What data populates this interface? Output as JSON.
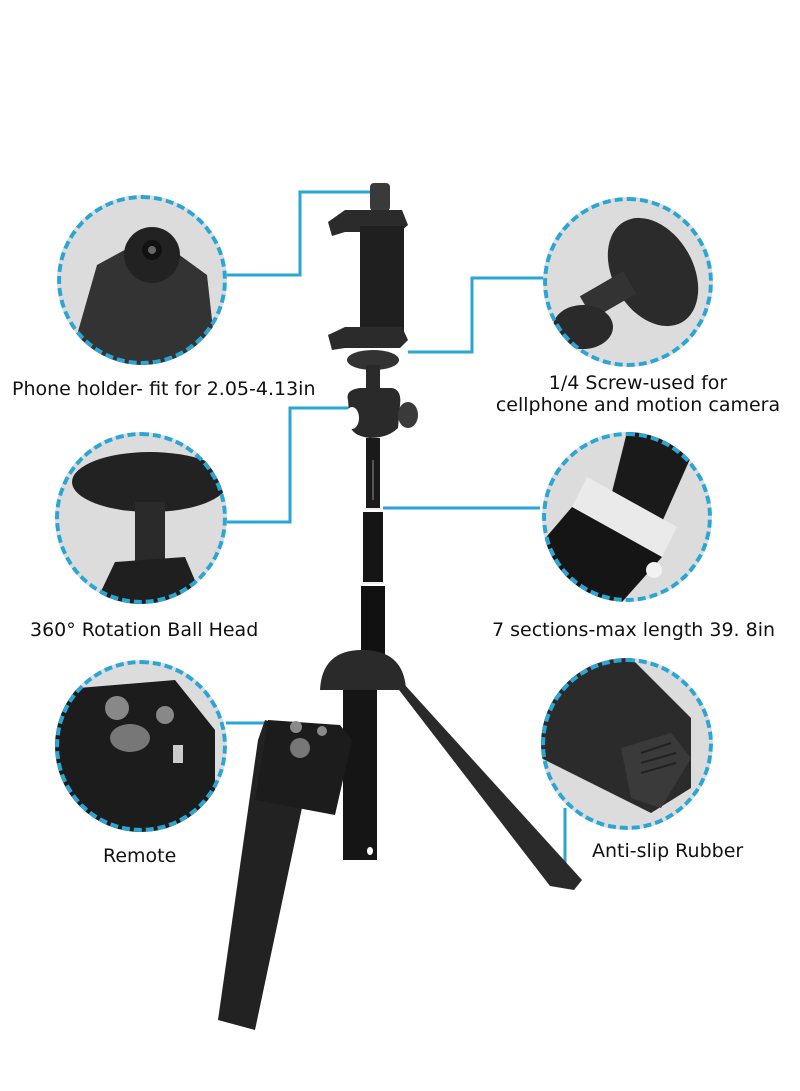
{
  "accent_color": "#2aa6d4",
  "product": "Selfie stick tripod with remote",
  "callouts": [
    {
      "id": "phone-holder",
      "label": "Phone holder- fit for 2.05-4.13in"
    },
    {
      "id": "screw",
      "label_line1": "1/4 Screw-used for",
      "label_line2": "cellphone and motion camera"
    },
    {
      "id": "ball-head",
      "label": "360° Rotation Ball Head"
    },
    {
      "id": "sections",
      "label": "7 sections-max length 39. 8in"
    },
    {
      "id": "remote",
      "label": "Remote"
    },
    {
      "id": "anti-slip",
      "label": "Anti-slip Rubber"
    }
  ]
}
